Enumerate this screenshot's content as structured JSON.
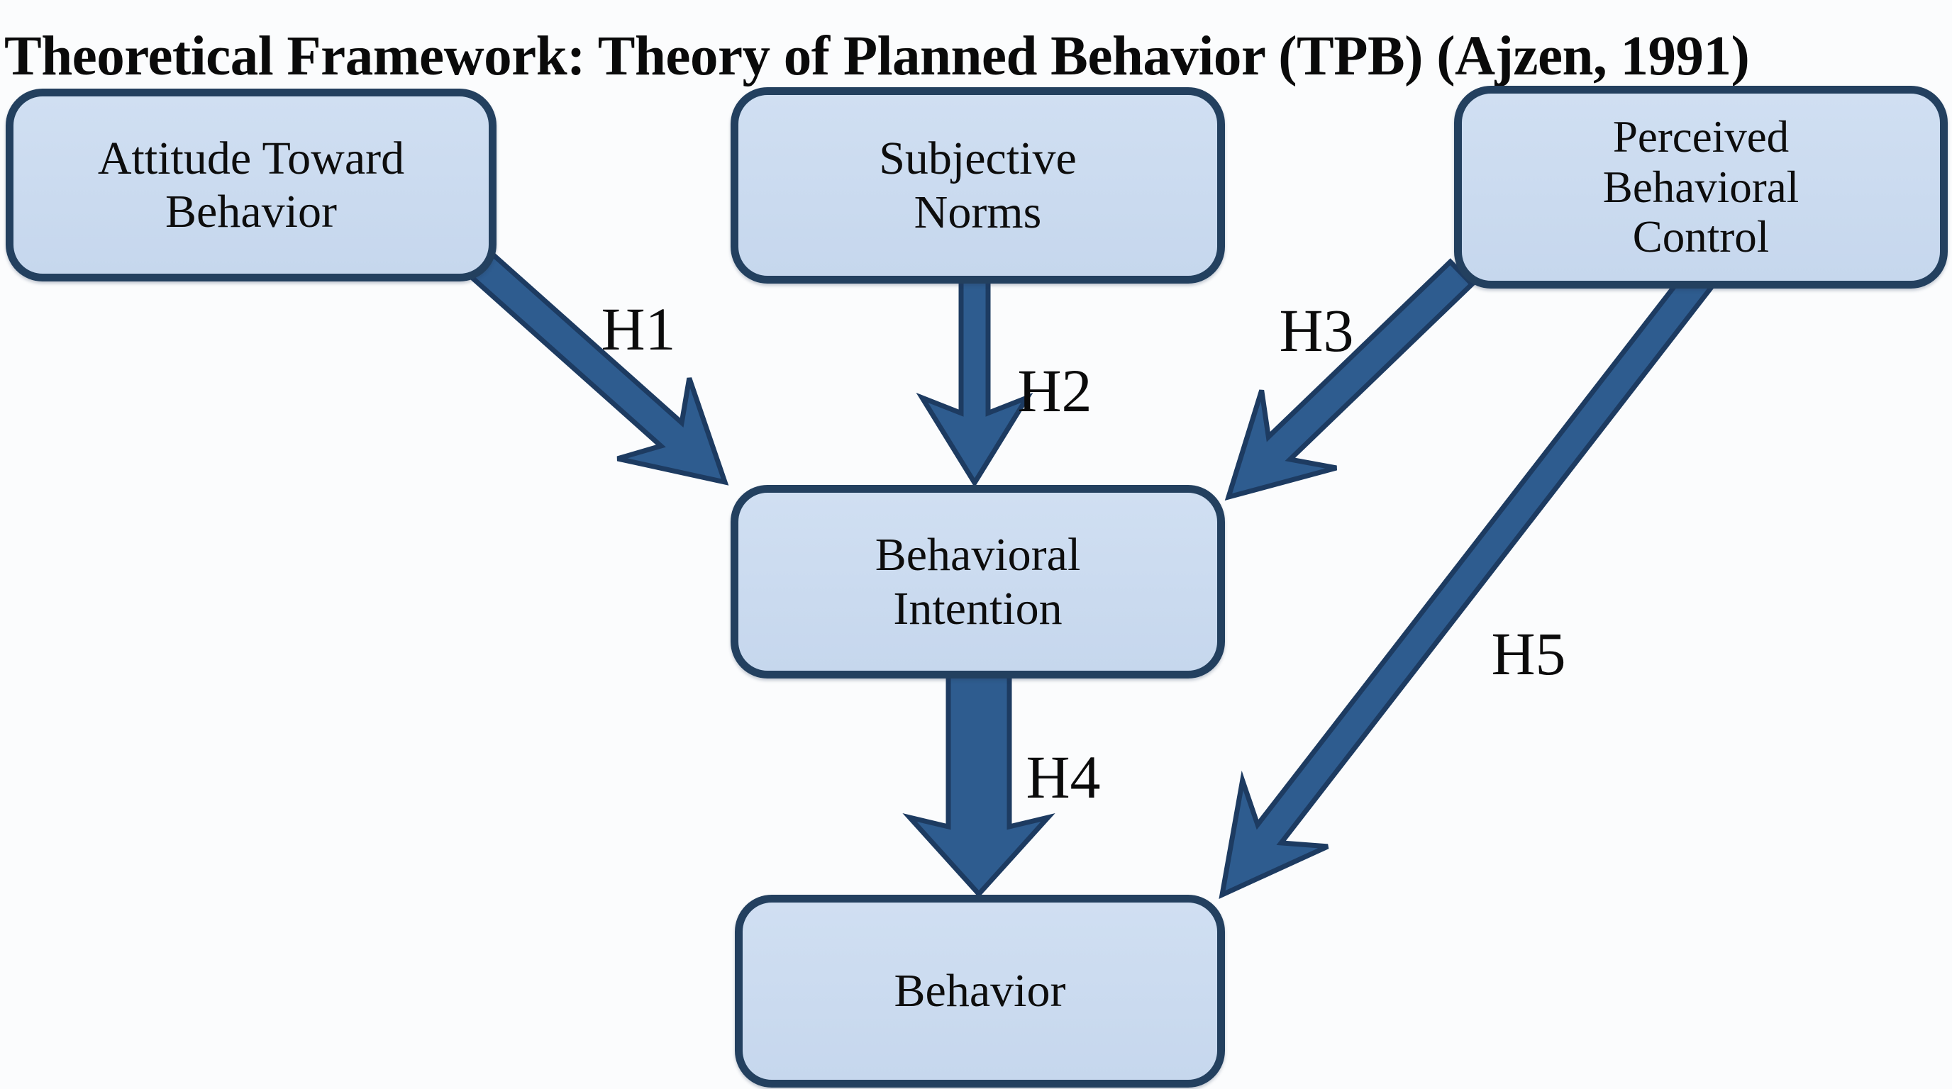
{
  "title": {
    "bold": "Theoretical Framework:",
    "regular": " Theory of Planned Behavior (TPB) (Ajzen, 1991)"
  },
  "diagram": {
    "framework": "Theory of Planned Behavior (TPB)",
    "citation": "Ajzen, 1991",
    "nodes": [
      {
        "id": "attitude",
        "label": "Attitude Toward\nBehavior"
      },
      {
        "id": "subjective-norms",
        "label": "Subjective\nNorms"
      },
      {
        "id": "perceived-control",
        "label": "Perceived\nBehavioral\nControl"
      },
      {
        "id": "intention",
        "label": "Behavioral\nIntention"
      },
      {
        "id": "behavior",
        "label": "Behavior"
      }
    ],
    "edges": [
      {
        "id": "h1",
        "label": "H1",
        "from": "attitude",
        "to": "intention"
      },
      {
        "id": "h2",
        "label": "H2",
        "from": "subjective-norms",
        "to": "intention"
      },
      {
        "id": "h3",
        "label": "H3",
        "from": "perceived-control",
        "to": "intention"
      },
      {
        "id": "h4",
        "label": "H4",
        "from": "intention",
        "to": "behavior"
      },
      {
        "id": "h5",
        "label": "H5",
        "from": "perceived-control",
        "to": "behavior"
      }
    ]
  },
  "colors": {
    "background": "#fbfcfd",
    "node_fill_top": "#d0dff2",
    "node_fill_bottom": "#c6d7ed",
    "node_border": "#23405f",
    "arrow_fill": "#2e5c8f",
    "arrow_outline": "#1d3b61",
    "text": "#0c0c0c"
  }
}
